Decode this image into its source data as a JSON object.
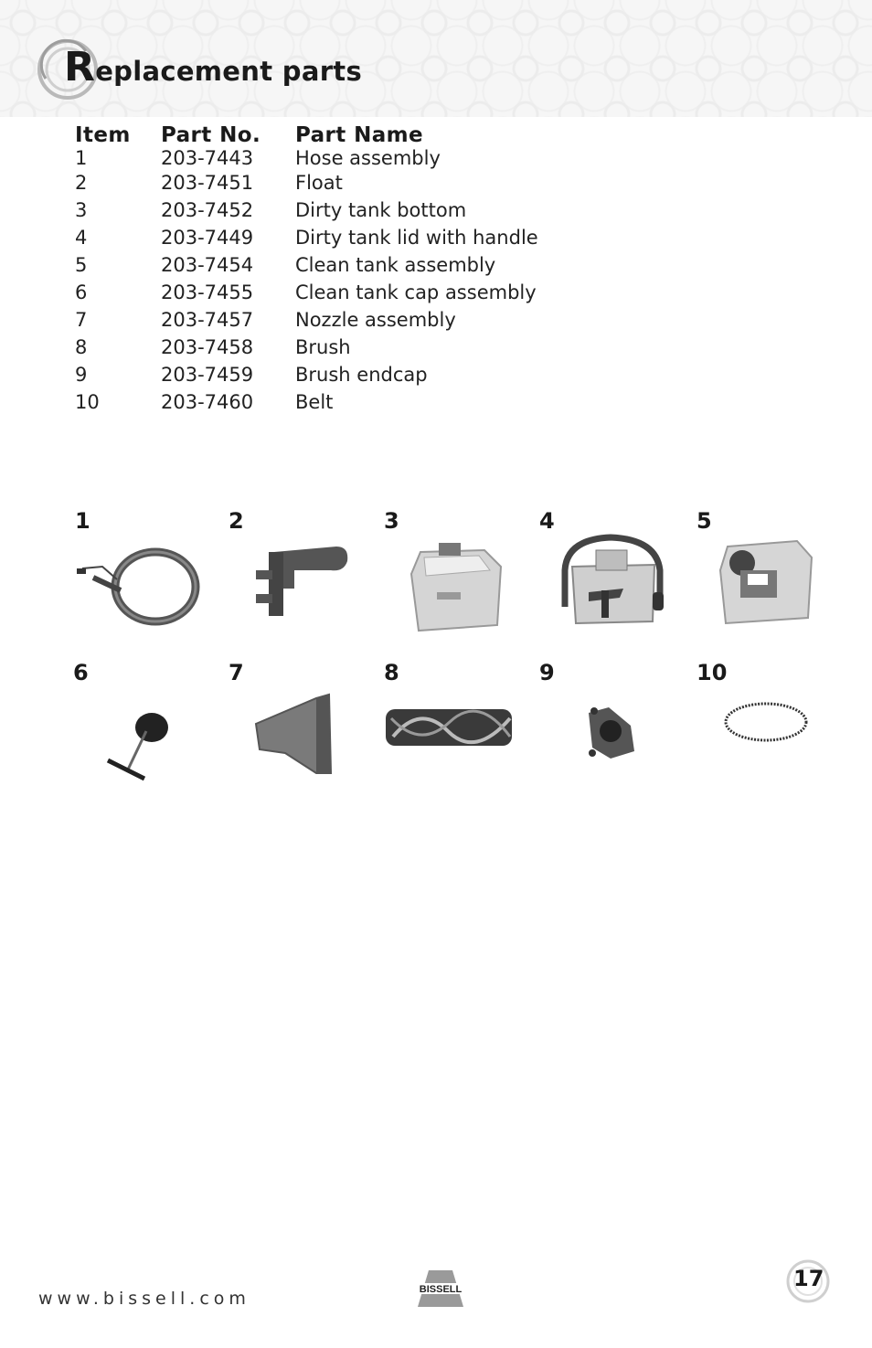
{
  "header": {
    "title_initial": "R",
    "title_rest": "eplacement parts"
  },
  "table": {
    "headers": [
      "Item",
      "Part No.",
      "Part Name"
    ],
    "rows": [
      [
        "1",
        "203-7443",
        "Hose assembly"
      ],
      [
        "2",
        "203-7451",
        "Float"
      ],
      [
        "3",
        "203-7452",
        "Dirty tank bottom"
      ],
      [
        "4",
        "203-7449",
        "Dirty tank lid with handle"
      ],
      [
        "5",
        "203-7454",
        "Clean tank assembly"
      ],
      [
        "6",
        "203-7455",
        "Clean tank cap assembly"
      ],
      [
        "7",
        "203-7457",
        "Nozzle assembly"
      ],
      [
        "8",
        "203-7458",
        "Brush"
      ],
      [
        "9",
        "203-7459",
        "Brush endcap"
      ],
      [
        "10",
        "203-7460",
        "Belt"
      ]
    ]
  },
  "figures": [
    "1",
    "2",
    "3",
    "4",
    "5",
    "6",
    "7",
    "8",
    "9",
    "10"
  ],
  "footer": {
    "url": "www.bissell.com",
    "logo_text": "BISSELL",
    "page_number": "17"
  }
}
